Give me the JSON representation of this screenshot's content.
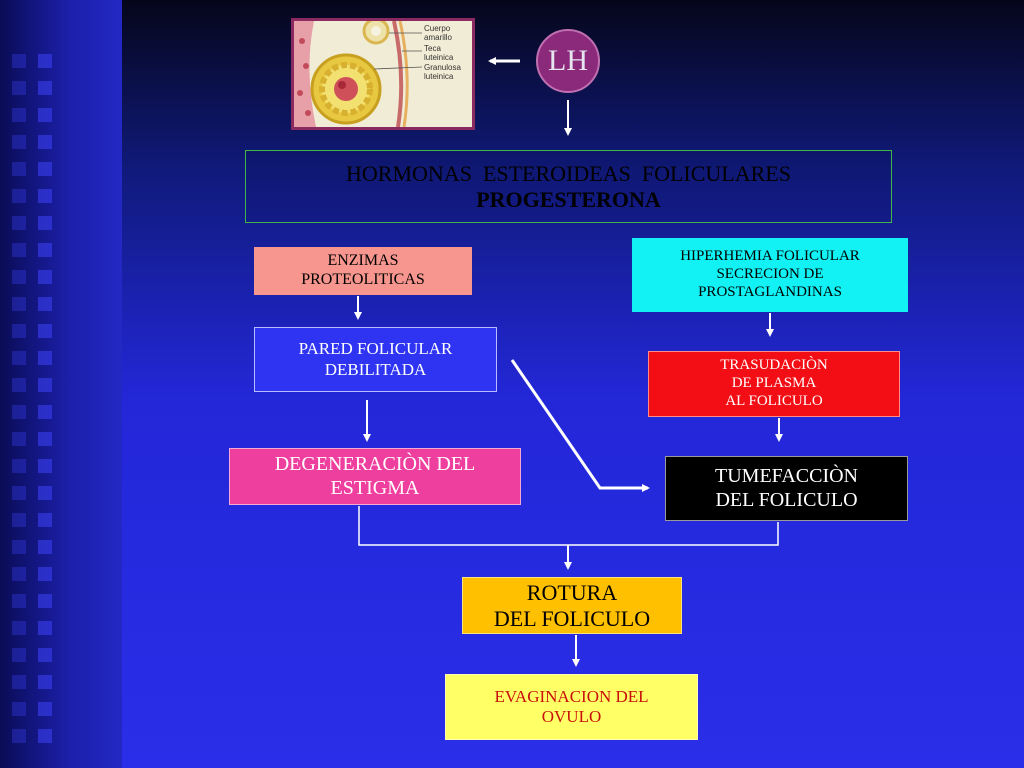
{
  "colors": {
    "lh_circle": "#8b2a7a",
    "title_box_border": "#3fb64a",
    "enzimas": "#f6968e",
    "pared": "#2e34f2",
    "degeneracion": "#ee3f9e",
    "hiperhemia": "#12f2f4",
    "trasudacion": "#f20e14",
    "tumefaccion": "#000000",
    "rotura": "#ffc000",
    "evaginacion": "#ffff66"
  },
  "diagram": {
    "lh": "LH",
    "image": {
      "icon": "corpus-luteum-illustration",
      "labels": [
        "Cuerpo",
        "amarillo",
        "Teca",
        "luteinica",
        "Granulosa",
        "luteinica"
      ]
    },
    "title_line1": "HORMONAS  ESTEROIDEAS  FOLICULARES",
    "title_line2": "PROGESTERONA",
    "enzimas_line1": "ENZIMAS",
    "enzimas_line2": "PROTEOLITICAS",
    "pared_line1": "PARED FOLICULAR",
    "pared_line2": "DEBILITADA",
    "degeneracion_line1": "DEGENERACIÒN DEL",
    "degeneracion_line2": "ESTIGMA",
    "hiperhemia_line1": "HIPERHEMIA FOLICULAR",
    "hiperhemia_line2": "SECRECION DE",
    "hiperhemia_line3": "PROSTAGLANDINAS",
    "trasudacion_line1": "TRASUDACIÒN",
    "trasudacion_line2": "DE PLASMA",
    "trasudacion_line3": "AL FOLICULO",
    "tumefaccion_line1": "TUMEFACCIÒN",
    "tumefaccion_line2": "DEL FOLICULO",
    "rotura_line1": "ROTURA",
    "rotura_line2": "DEL FOLICULO",
    "evaginacion_line1": "EVAGINACION DEL",
    "evaginacion_line2": "OVULO"
  }
}
